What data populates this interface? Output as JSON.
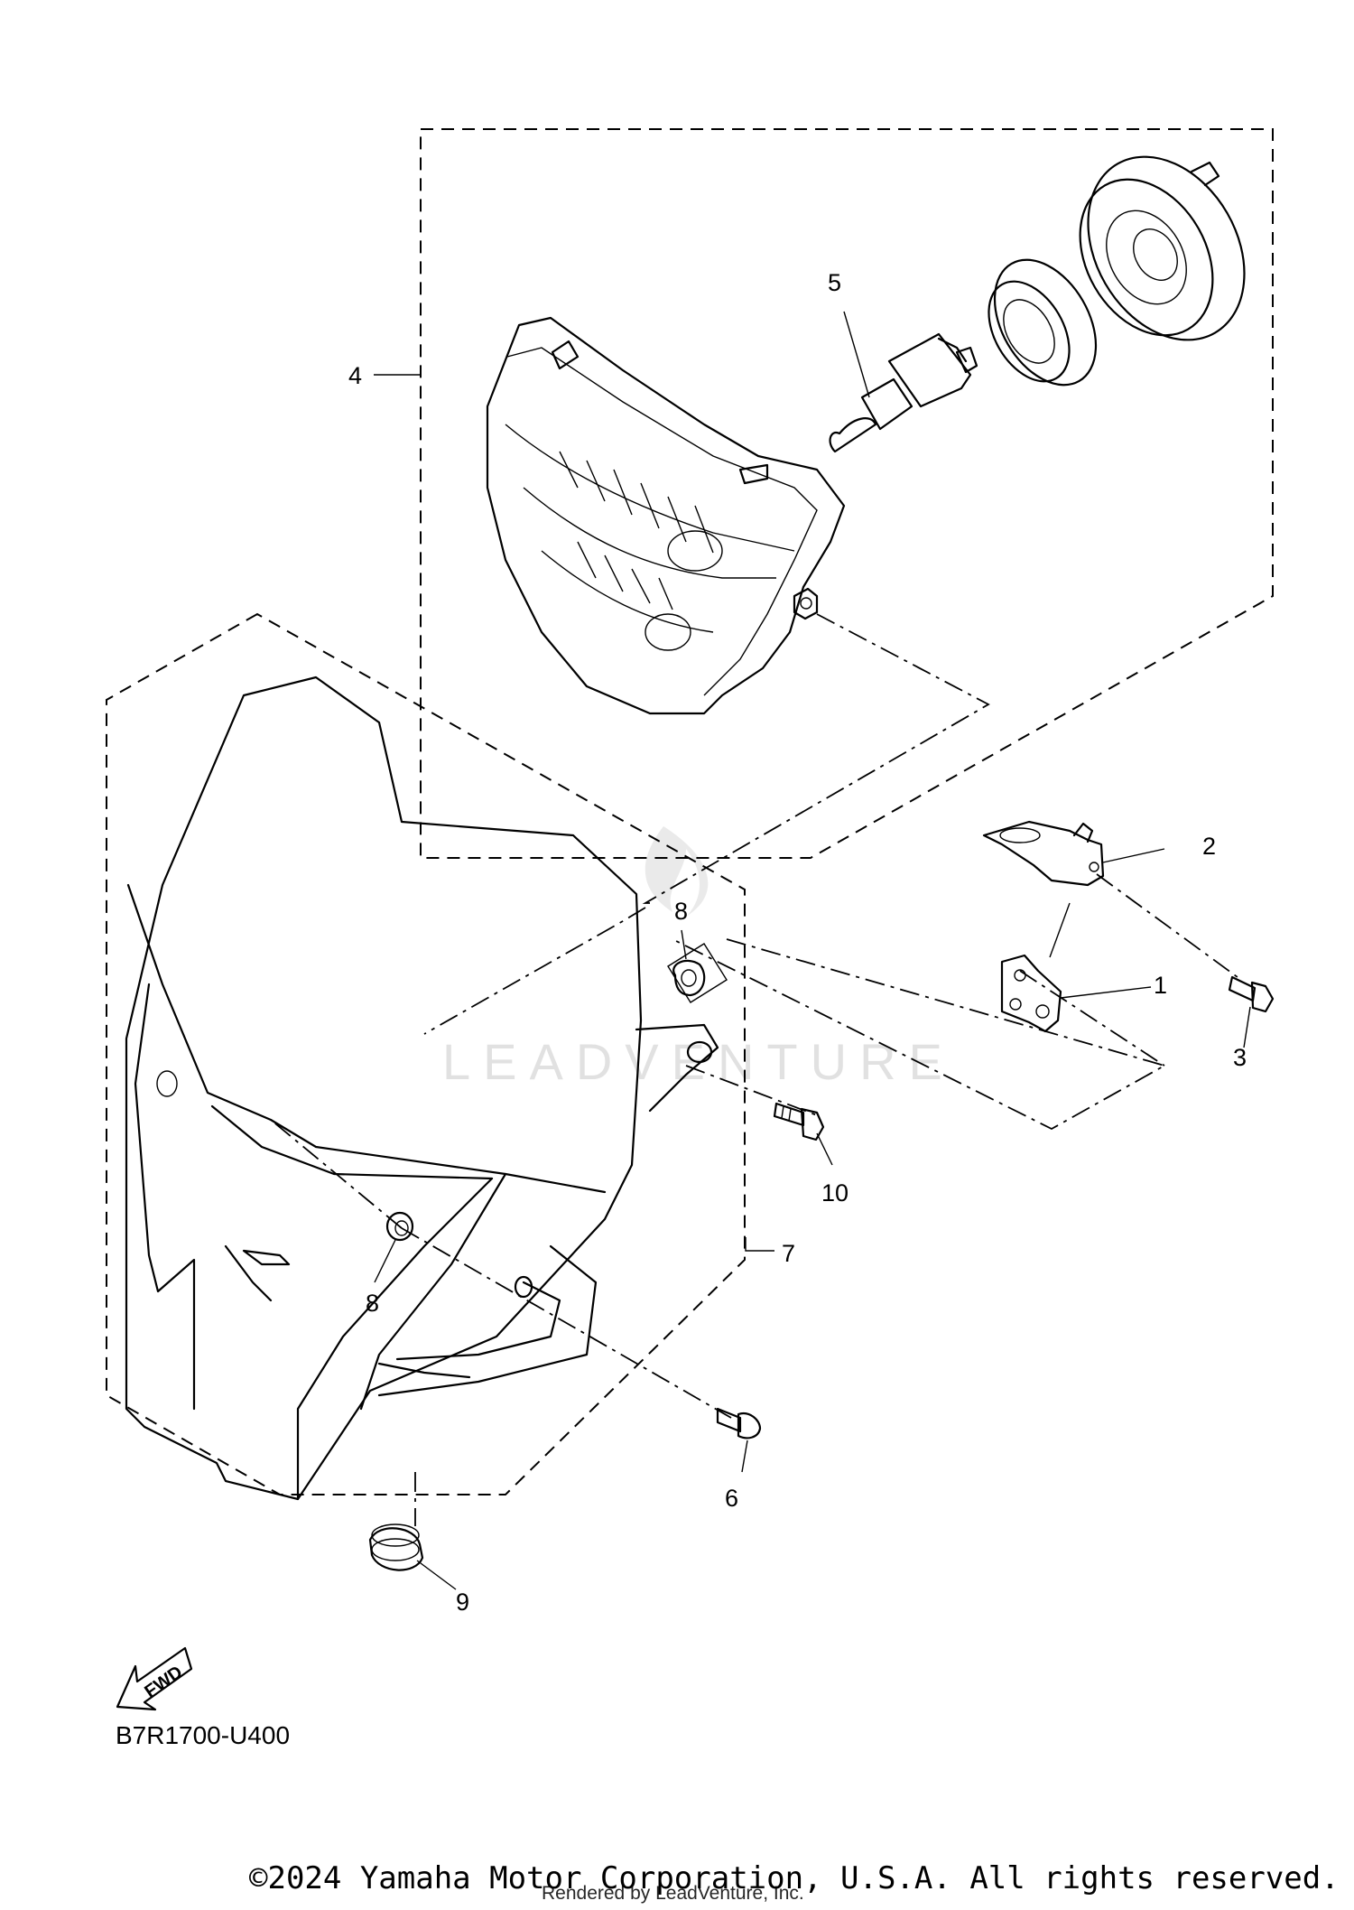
{
  "diagram": {
    "code": "B7R1700-U400",
    "fwd_label": "FWD",
    "watermark": "LEADVENTURE",
    "callouts": {
      "c1": "1",
      "c2": "2",
      "c3": "3",
      "c4": "4",
      "c5": "5",
      "c6": "6",
      "c7": "7",
      "c8a": "8",
      "c8b": "8",
      "c9": "9",
      "c10": "10"
    }
  },
  "footer": {
    "copyright": "©2024 Yamaha Motor Corporation, U.S.A. All rights reserved.",
    "rendered_by": "Rendered by LeadVenture, Inc."
  }
}
